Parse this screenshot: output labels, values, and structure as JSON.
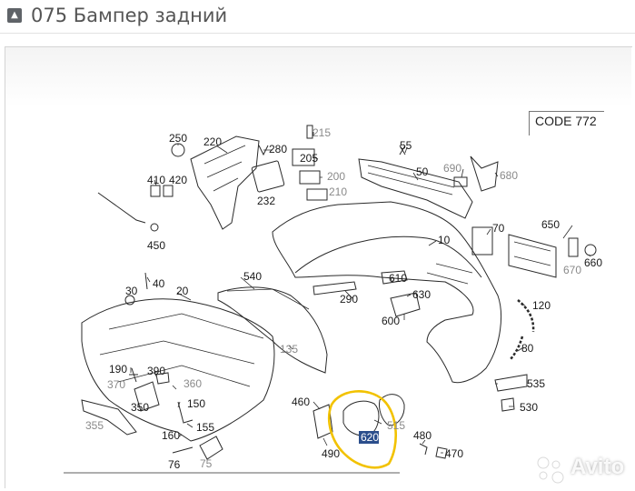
{
  "header": {
    "title": "075 Бампер задний",
    "collapse_icon": "caret-up-icon"
  },
  "code_label": "CODE 772",
  "highlight_color": "#f2c200",
  "selected_color": "#2b4e8c",
  "watermark": {
    "text": "Avito",
    "icon": "avito-dots-icon"
  },
  "callouts": [
    {
      "id": "c250",
      "text": "250",
      "style": "normal"
    },
    {
      "id": "c220",
      "text": "220",
      "style": "normal"
    },
    {
      "id": "c280",
      "text": "280",
      "style": "normal"
    },
    {
      "id": "c215",
      "text": "215",
      "style": "muted"
    },
    {
      "id": "c205",
      "text": "205",
      "style": "normal"
    },
    {
      "id": "c200",
      "text": "200",
      "style": "muted"
    },
    {
      "id": "c210",
      "text": "210",
      "style": "muted"
    },
    {
      "id": "c232",
      "text": "232",
      "style": "normal"
    },
    {
      "id": "c410",
      "text": "410",
      "style": "normal"
    },
    {
      "id": "c420",
      "text": "420",
      "style": "normal"
    },
    {
      "id": "c450",
      "text": "450",
      "style": "normal"
    },
    {
      "id": "c55",
      "text": "55",
      "style": "normal"
    },
    {
      "id": "c50",
      "text": "50",
      "style": "normal"
    },
    {
      "id": "c690",
      "text": "690",
      "style": "muted"
    },
    {
      "id": "c680",
      "text": "680",
      "style": "muted"
    },
    {
      "id": "c70",
      "text": "70",
      "style": "normal"
    },
    {
      "id": "c650",
      "text": "650",
      "style": "normal"
    },
    {
      "id": "c10",
      "text": "10",
      "style": "normal"
    },
    {
      "id": "c670",
      "text": "670",
      "style": "muted"
    },
    {
      "id": "c660",
      "text": "660",
      "style": "normal"
    },
    {
      "id": "c40",
      "text": "40",
      "style": "normal"
    },
    {
      "id": "c30",
      "text": "30",
      "style": "normal"
    },
    {
      "id": "c20",
      "text": "20",
      "style": "normal"
    },
    {
      "id": "c540",
      "text": "540",
      "style": "normal"
    },
    {
      "id": "c610",
      "text": "610",
      "style": "normal"
    },
    {
      "id": "c630",
      "text": "630",
      "style": "normal"
    },
    {
      "id": "c290",
      "text": "290",
      "style": "normal"
    },
    {
      "id": "c600",
      "text": "600",
      "style": "normal"
    },
    {
      "id": "c120",
      "text": "120",
      "style": "normal"
    },
    {
      "id": "c135",
      "text": "135",
      "style": "muted"
    },
    {
      "id": "c80",
      "text": "80",
      "style": "normal"
    },
    {
      "id": "c190",
      "text": "190",
      "style": "normal"
    },
    {
      "id": "c390",
      "text": "390",
      "style": "normal"
    },
    {
      "id": "c370",
      "text": "370",
      "style": "muted"
    },
    {
      "id": "c360",
      "text": "360",
      "style": "muted"
    },
    {
      "id": "c350",
      "text": "350",
      "style": "normal"
    },
    {
      "id": "c150",
      "text": "150",
      "style": "normal"
    },
    {
      "id": "c460",
      "text": "460",
      "style": "normal"
    },
    {
      "id": "c535",
      "text": "535",
      "style": "normal"
    },
    {
      "id": "c530",
      "text": "530",
      "style": "normal"
    },
    {
      "id": "c355",
      "text": "355",
      "style": "muted"
    },
    {
      "id": "c155",
      "text": "155",
      "style": "normal"
    },
    {
      "id": "c160",
      "text": "160",
      "style": "normal"
    },
    {
      "id": "c515",
      "text": "515",
      "style": "muted"
    },
    {
      "id": "c620",
      "text": "620",
      "style": "selected"
    },
    {
      "id": "c480",
      "text": "480",
      "style": "normal"
    },
    {
      "id": "c490",
      "text": "490",
      "style": "normal"
    },
    {
      "id": "c470",
      "text": "470",
      "style": "normal"
    },
    {
      "id": "c76",
      "text": "76",
      "style": "normal"
    },
    {
      "id": "c75",
      "text": "75",
      "style": "muted"
    }
  ]
}
